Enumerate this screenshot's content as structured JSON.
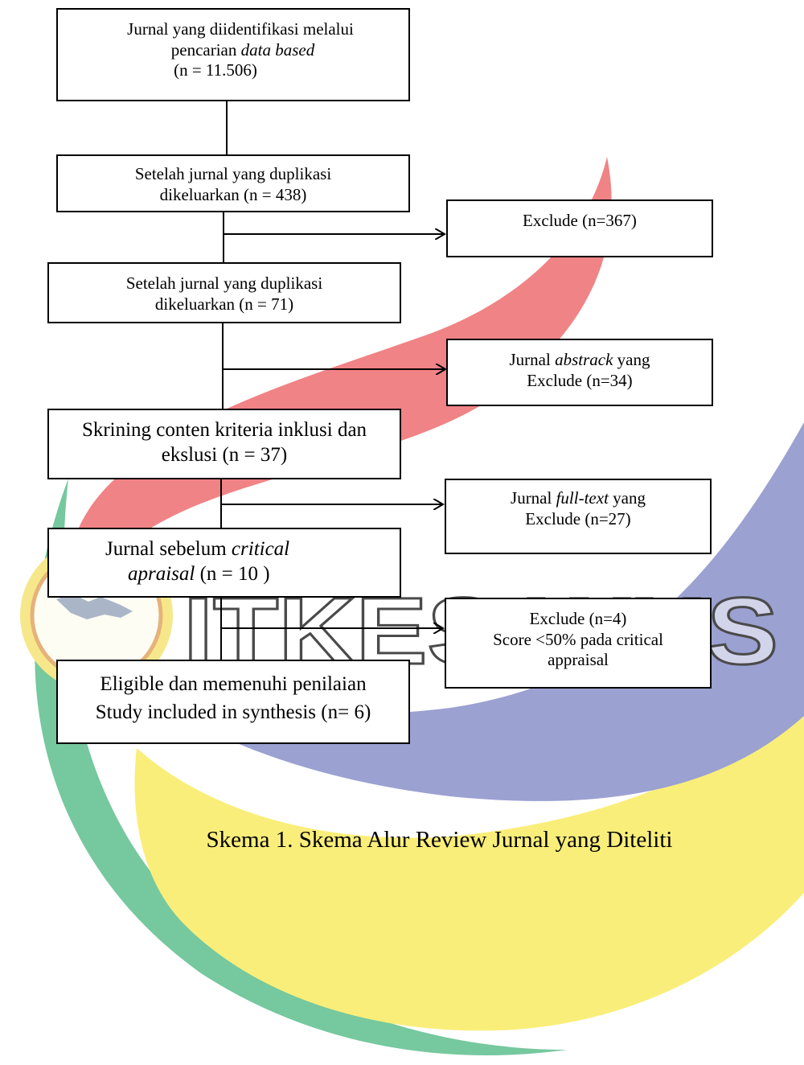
{
  "flow": {
    "identified": {
      "line1": "Jurnal yang diidentifikasi melalui",
      "line2_pre": "pencarian ",
      "line2_em": "data based",
      "line3": "(n = 11.506)"
    },
    "dedup1": {
      "line1": "Setelah jurnal yang duplikasi",
      "line2": "dikeluarkan (n = 438)"
    },
    "exclude1": {
      "text": "Exclude (n=367)"
    },
    "dedup2": {
      "line1": "Setelah jurnal yang duplikasi",
      "line2": "dikeluarkan (n = 71)"
    },
    "exclude2": {
      "line1_pre": "Jurnal ",
      "line1_em": "abstrack",
      "line1_post": "  yang",
      "line2": "Exclude (n=34)"
    },
    "screening": {
      "line1": "Skrining conten kriteria inklusi dan",
      "line2": "ekslusi (n = 37)"
    },
    "exclude3": {
      "line1_pre": "Jurnal ",
      "line1_em": "full-text",
      "line1_post": " yang",
      "line2": "Exclude (n=27)"
    },
    "critical": {
      "line1_pre": "Jurnal sebelum ",
      "line1_em": "critical",
      "line2_em": "apraisal",
      "line2_post": " (n = 10 )"
    },
    "exclude4": {
      "line1": "Exclude (n=4)",
      "line2": "Score <50% pada critical",
      "line3": "appraisal"
    },
    "eligible": {
      "line1": "Eligible dan memenuhi penilaian",
      "line2": "Study included in synthesis (n= 6)"
    }
  },
  "caption": "Skema 1. Skema Alur Review Jurnal yang Diteliti",
  "watermark": {
    "text": "ITKES WHS",
    "colors": {
      "red": "#f08385",
      "blue": "#9ba1d1",
      "yellow": "#faee7a",
      "green": "#76c89e",
      "logo_yellow": "#f6e88a"
    }
  }
}
